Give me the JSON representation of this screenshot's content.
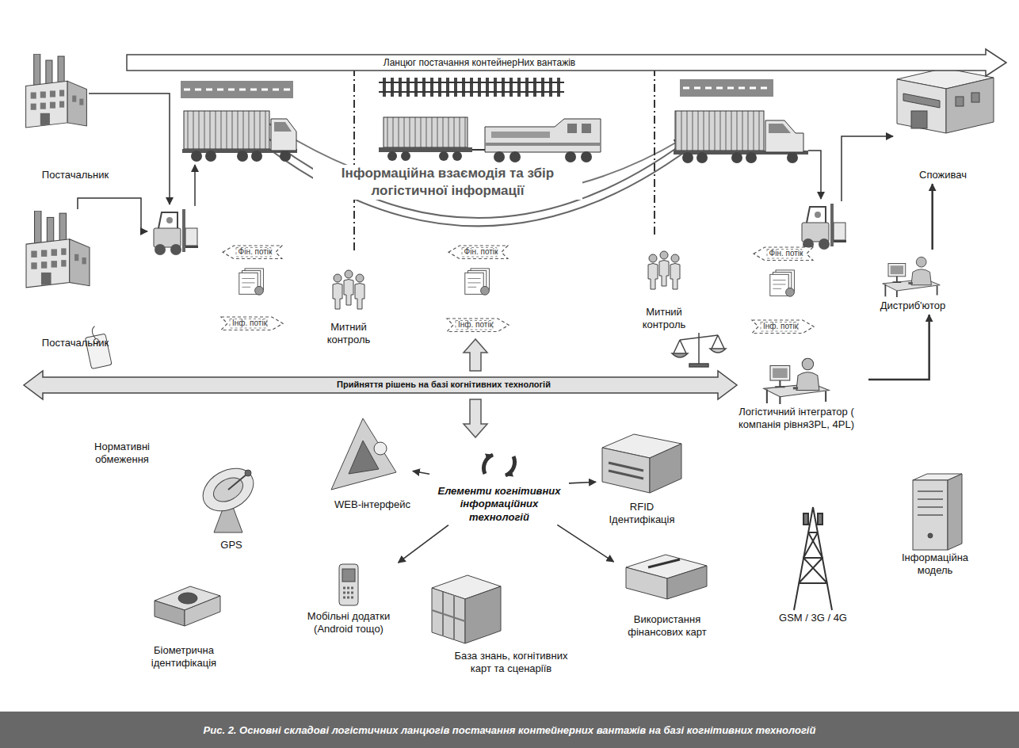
{
  "diagram": {
    "caption": "Рис. 2. Основні складові логістичних ланцюгів постачання контейнерних вантажів на базі когнітивних технологій",
    "nodes": [
      {
        "text": [
          "Ланцюг постачання контейнерНих вантажів"
        ]
      },
      {
        "text": [
          "Постачальник"
        ]
      },
      {
        "text": [
          "Споживач"
        ]
      },
      {
        "text": [
          "Фін. потік"
        ]
      },
      {
        "text": [
          "Фін. потік"
        ]
      },
      {
        "text": [
          "Фін. потік"
        ]
      },
      {
        "text": [
          "Постачальник"
        ]
      },
      {
        "text": [
          "Інф. потік"
        ]
      },
      {
        "text": [
          "Митний контроль"
        ]
      },
      {
        "text": [
          "Інф. потік"
        ]
      },
      {
        "text": [
          "Митний контроль"
        ]
      },
      {
        "text": [
          "Інф. потік"
        ]
      },
      {
        "text": [
          "Дистриб'ютор"
        ]
      },
      {
        "text": [
          "Прийняття рішень на базі когнітивних технологій"
        ]
      },
      {
        "text": [
          "Нормативні обмеження"
        ]
      },
      {
        "text": [
          "Логістичний інтегратор ( компанія рівня3PL, 4PL)"
        ]
      },
      {
        "text": [
          "WEB-інтерфейс"
        ]
      },
      {
        "text": [
          "Елементи когнітивних інформаційних технологій"
        ]
      },
      {
        "text": [
          "RFID Ідентифікація"
        ]
      },
      {
        "text": [
          "Інформаційна модель"
        ]
      },
      {
        "text": [
          "GPS"
        ]
      },
      {
        "text": [
          "Мобільні додатки (Android тощо)"
        ]
      },
      {
        "text": [
          "Використання фінансових карт"
        ]
      },
      {
        "text": [
          "GSM / 3G / 4G"
        ]
      },
      {
        "text": [
          "Біометрична ідентифікація"
        ]
      },
      {
        "text": [
          "База знань, когнітивних карт та сценаріїв"
        ]
      }
    ],
    "edges": [
      {
        "from": 12,
        "to": 2,
        "arrow": "to"
      },
      {
        "from": 15,
        "to": 12,
        "arrow": "to"
      },
      {
        "from": 17,
        "to": 16,
        "arrow": "to"
      },
      {
        "from": 17,
        "to": 18,
        "arrow": "to"
      },
      {
        "from": 17,
        "to": 21,
        "arrow": "to"
      },
      {
        "from": 17,
        "to": 22,
        "arrow": "to"
      }
    ],
    "labels": [
      "Інформаційна взаємодія та збір логістичної інформації"
    ]
  }
}
